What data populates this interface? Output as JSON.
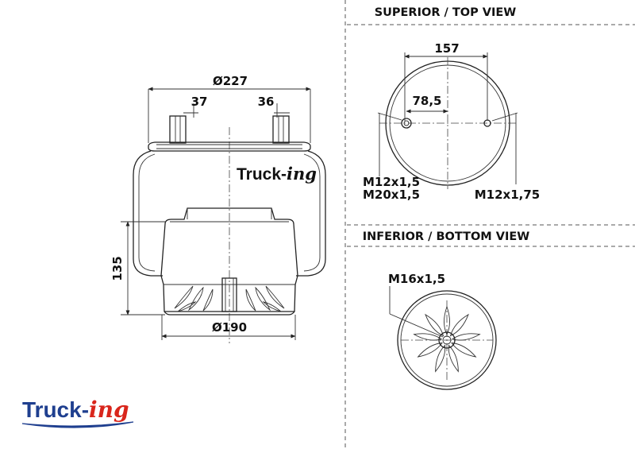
{
  "views": {
    "top_header": "SUPERIOR / TOP VIEW",
    "bottom_header": "INFERIOR / BOTTOM VIEW"
  },
  "side_view": {
    "dim_outer_diameter": "Ø227",
    "dim_left_offset": "37",
    "dim_right_offset": "36",
    "dim_height": "135",
    "dim_piston_diameter": "Ø190",
    "brand_part1": "Truck-",
    "brand_part2": "ing"
  },
  "top_view": {
    "dim_bolt_spacing": "157",
    "dim_half_spacing": "78,5",
    "thread_left_1": "M12x1,5",
    "thread_left_2": "M20x1,5",
    "thread_right": "M12x1,75"
  },
  "bottom_view": {
    "thread_center": "M16x1,5"
  },
  "logo": {
    "part1": "Truck-",
    "part2": "ing",
    "color_primary": "#1f3f8f",
    "color_accent": "#d9261c"
  }
}
